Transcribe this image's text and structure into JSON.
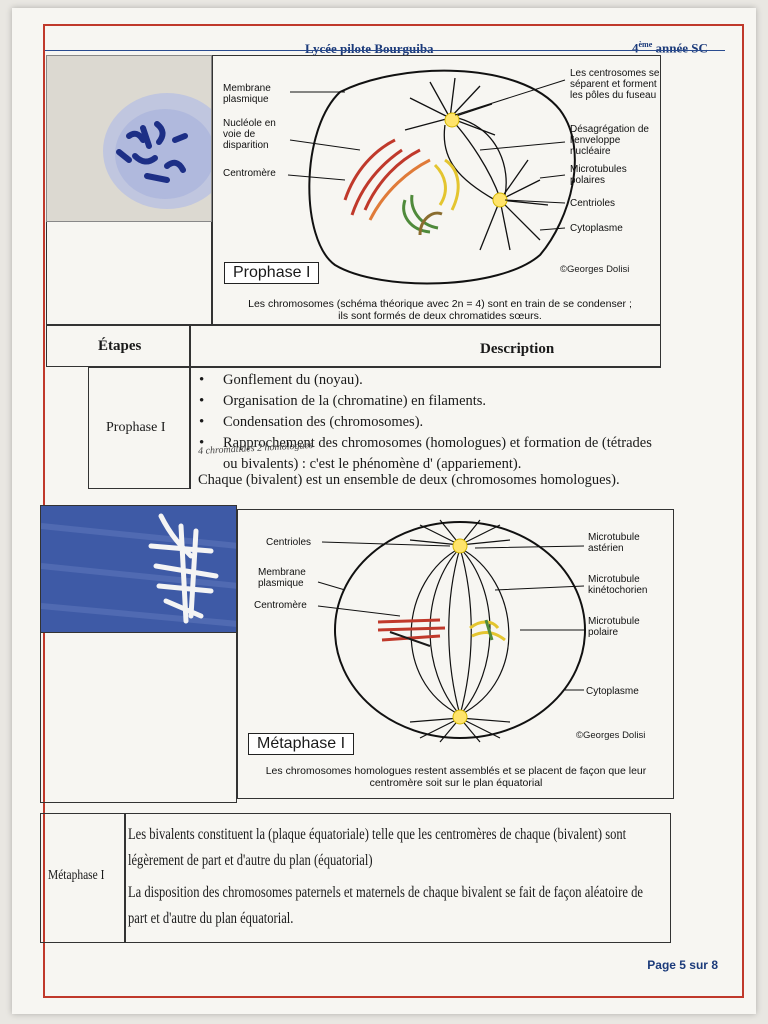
{
  "header": {
    "school": "Lycée pilote Bourguiba",
    "grade_sup": "ème",
    "grade_prefix": "4",
    "grade_suffix": "année SC"
  },
  "prophase_figure": {
    "labels_left": [
      "Membrane plasmique",
      "Nucléole en voie de disparition",
      "Centromère"
    ],
    "labels_right": [
      "Les centrosomes se séparent et forment les pôles du fuseau",
      "Désagrégation de l'enveloppe nucléaire",
      "Microtubules polaires",
      "Centrioles",
      "Cytoplasme"
    ],
    "title": "Prophase I",
    "credit": "©Georges Dolisi",
    "caption": "Les chromosomes (schéma théorique avec 2n = 4) sont en train de se condenser ; ils sont formés de deux chromatides sœurs."
  },
  "table1": {
    "col_stage": "Étapes",
    "col_desc": "Description",
    "stage": "Prophase I",
    "bullets": [
      "Gonflement du (noyau).",
      "Organisation de la (chromatine) en filaments.",
      "Condensation des (chromosomes).",
      "Rapprochement des chromosomes (homologues) et formation de (tétrades ou bivalents) : c'est le phénomène d' (appariement)."
    ],
    "handwritten": "4 chromatides  2 homologues",
    "closing": "Chaque (bivalent) est un ensemble de deux (chromosomes homologues)."
  },
  "metaphase_figure": {
    "labels_left": [
      "Centrioles",
      "Membrane plasmique",
      "Centromère"
    ],
    "labels_right": [
      "Microtubule astérien",
      "Microtubule kinétochorien",
      "Microtubule polaire",
      "Cytoplasme"
    ],
    "title": "Métaphase I",
    "credit": "©Georges Dolisi",
    "caption": "Les chromosomes homologues restent assemblés et se placent de façon que leur centromère soit sur le plan équatorial"
  },
  "table2": {
    "stage": "Métaphase I",
    "line1": "Les bivalents constituent la (plaque équatoriale) telle que les centromères de chaque (bivalent) sont légèrement de part et d'autre du plan (équatorial)",
    "line2": "La disposition des chromosomes paternels et maternels de chaque bivalent se fait de façon aléatoire de part et d'autre du plan équatorial."
  },
  "footer": {
    "page": "Page 5 sur 8"
  }
}
